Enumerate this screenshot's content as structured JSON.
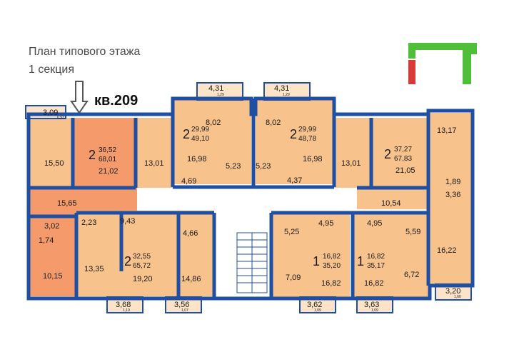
{
  "caption": {
    "line1": "План типового этажа",
    "line2": "1 секция"
  },
  "apartment_label": "кв.209",
  "colors": {
    "wall": "#1f4fa3",
    "apartment": "#f7c28c",
    "highlight": "#f49a6b",
    "common": "#ffffff",
    "keyplan_green": "#4fbf3a",
    "keyplan_red": "#d83a3a",
    "arrow": "#555555"
  },
  "apartments": [
    {
      "rooms": "2",
      "living": "36,52",
      "total": "68,01"
    },
    {
      "rooms": "2",
      "living": "29,99",
      "total": "49,10"
    },
    {
      "rooms": "2",
      "living": "29,99",
      "total": "48,78"
    },
    {
      "rooms": "2",
      "living": "37,27",
      "total": "67,83"
    },
    {
      "rooms": "2",
      "living": "32,55",
      "total": "65,72"
    },
    {
      "rooms": "1",
      "living": "16,82",
      "total": "35,20"
    },
    {
      "rooms": "1",
      "living": "16,82",
      "total": "35,17"
    }
  ],
  "room_areas": [
    "3,09",
    "0,93",
    "15,50",
    "21,02",
    "13,01",
    "8,02",
    "16,98",
    "5,23",
    "4,69",
    "4,31",
    "1,29",
    "4,31",
    "1,29",
    "8,02",
    "16,98",
    "5,23",
    "13,01",
    "4,37",
    "13,17",
    "21,05",
    "1,89",
    "3,36",
    "10,54",
    "15,65",
    "3,02",
    "1,74",
    "10,15",
    "2,23",
    "9,43",
    "13,35",
    "19,20",
    "4,66",
    "14,86",
    "5,25",
    "4,95",
    "7,09",
    "16,82",
    "4,95",
    "5,59",
    "16,82",
    "6,72",
    "16,22",
    "3,20",
    "1,60",
    "3,68",
    "1,10",
    "3,56",
    "1,07",
    "3,62",
    "1,09",
    "3,63",
    "1,09"
  ]
}
